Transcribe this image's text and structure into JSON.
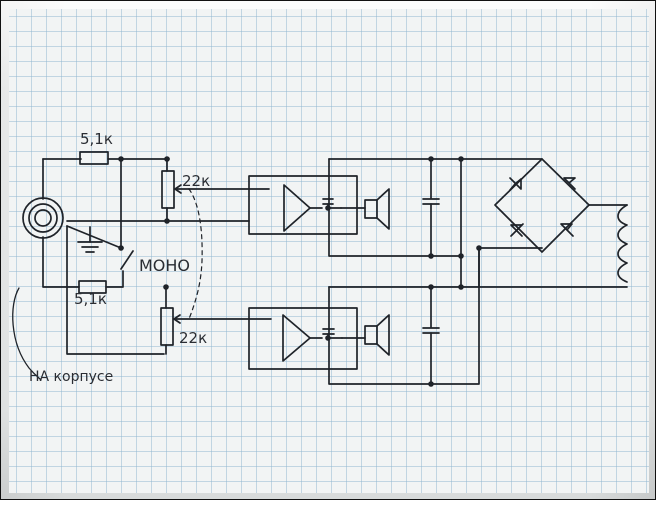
{
  "colors": {
    "ink": "#1f2329",
    "grid": "#8bb3cf",
    "paper": "#f2f4f4"
  },
  "labels": {
    "r_top": "5,1к",
    "r_bottom": "5,1к",
    "pot_top": "22к",
    "pot_bottom": "22к",
    "mono": "МОНО",
    "case": "НА корпусе"
  },
  "icons": {
    "jack": "audio-jack-icon",
    "ground": "ground-icon",
    "speaker": "speaker-icon",
    "capacitor": "capacitor-icon",
    "amplifier": "amplifier-triangle-icon",
    "diode": "diode-icon",
    "transformer": "transformer-coil-icon",
    "switch": "switch-icon",
    "resistor": "resistor-icon",
    "potentiometer": "potentiometer-icon"
  }
}
